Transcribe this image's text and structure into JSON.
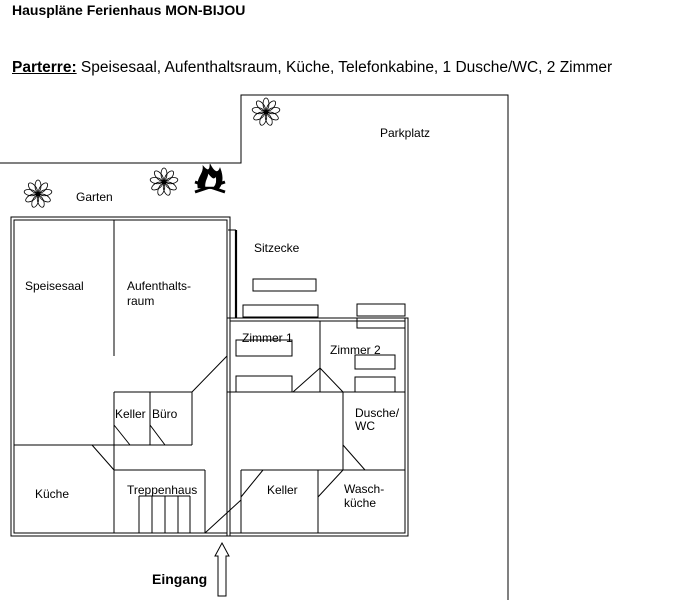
{
  "document": {
    "title": "Hauspläne Ferienhaus MON-BIJOU",
    "subtitle_label": "Parterre:",
    "subtitle_text": " Speisesaal, Aufenthaltsraum, Küche, Telefonkabine, 1 Dusche/WC, 2 Zimmer"
  },
  "plan": {
    "labels": {
      "parkplatz": "Parkplatz",
      "garten": "Garten",
      "sitzecke": "Sitzecke",
      "speisesaal": "Speisesaal",
      "aufenthalt_1": "Aufenthalts-",
      "aufenthalt_2": "raum",
      "zimmer1": "Zimmer 1",
      "zimmer2": "Zimmer 2",
      "keller_left": "Keller",
      "buero": "Büro",
      "dusche_1": "Dusche/",
      "dusche_2": "WC",
      "kueche": "Küche",
      "treppenhaus": "Treppenhaus",
      "keller_bottom": "Keller",
      "wasch_1": "Wasch-",
      "wasch_2": "küche",
      "eingang": "Eingang"
    },
    "icons": [
      "flower-icon",
      "flower-icon",
      "flower-icon",
      "campfire-icon",
      "entrance-arrow-icon"
    ]
  }
}
